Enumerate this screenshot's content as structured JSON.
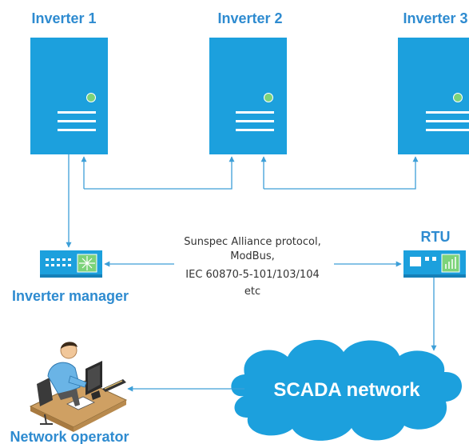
{
  "inverters": [
    {
      "label": "Inverter 1"
    },
    {
      "label": "Inverter 2"
    },
    {
      "label": "Inverter 3"
    }
  ],
  "inverter_manager": {
    "label": "Inverter manager"
  },
  "rtu": {
    "label": "RTU"
  },
  "protocol": {
    "lines": [
      "Sunspec Alliance protocol,",
      "ModBus,",
      "IEC 60870-5-101/103/104",
      "etc"
    ]
  },
  "scada": {
    "label": "SCADA network"
  },
  "operator": {
    "label": "Network operator"
  },
  "colors": {
    "device_blue": "#1ca0dd",
    "label_blue": "#2e8bd0",
    "line_blue": "#3d9fd8",
    "indicator_green": "#7cd37a"
  }
}
